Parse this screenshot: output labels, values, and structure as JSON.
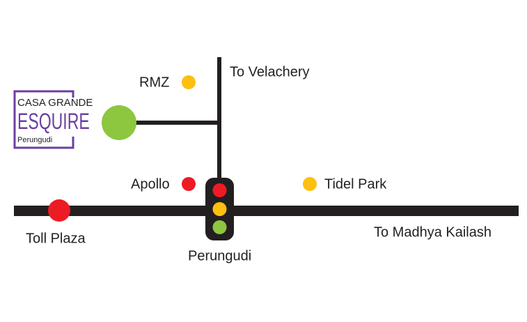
{
  "logo": {
    "line1": "CASA GRANDE",
    "line2": "ESQUIRE",
    "line3": "Perungudi"
  },
  "labels": {
    "to_velachery": "To Velachery",
    "rmz": "RMZ",
    "apollo": "Apollo",
    "tidel_park": "Tidel Park",
    "toll_plaza": "Toll Plaza",
    "to_madhya_kailash": "To Madhya Kailash",
    "perungudi": "Perungudi"
  },
  "colors": {
    "road": "#231f20",
    "red": "#ed1c24",
    "yellow": "#fdc010",
    "green": "#8dc63f",
    "brand": "#6b3fa0"
  }
}
